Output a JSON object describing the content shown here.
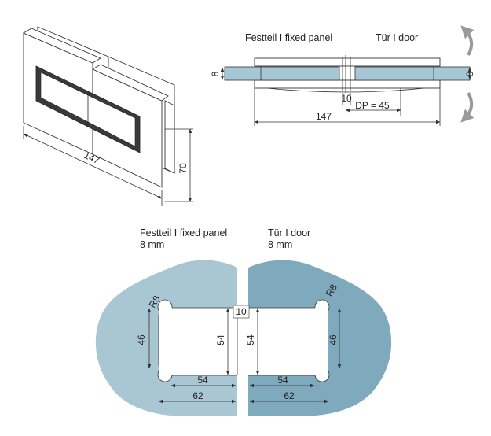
{
  "colors": {
    "fixed_glass": "#a9c6d3",
    "door_glass": "#7fa9bd",
    "glass_section": "#a6c7d4",
    "dark_inset": "#3a3a3a",
    "rotation_arrow": "#9a9a9a"
  },
  "top_left": {
    "dim_length": "147",
    "dim_height": "70"
  },
  "top_right": {
    "label_fixed": "Festteil I fixed panel",
    "label_door": "Tür I door",
    "dim_thickness_left": "8",
    "dim_thickness_right": "8",
    "dim_gap": "10",
    "dim_pivot": "DP = 45",
    "dim_length": "147",
    "rotation_icons": [
      "rotate-arrow-up-icon",
      "rotate-arrow-down-icon"
    ]
  },
  "bottom": {
    "label_fixed": "Festteil I fixed panel",
    "thickness_fixed": "8 mm",
    "label_door": "Tür I door",
    "thickness_door": "8 mm",
    "dim_gap": "10",
    "left_radius": "R8",
    "left_dim_46": "46",
    "left_dim_54_vertical": "54",
    "left_dim_54_horizontal": "54",
    "left_dim_62": "62",
    "right_radius": "R8",
    "right_dim_46": "46",
    "right_dim_54_vertical": "54",
    "right_dim_54_horizontal": "54",
    "right_dim_62": "62"
  }
}
